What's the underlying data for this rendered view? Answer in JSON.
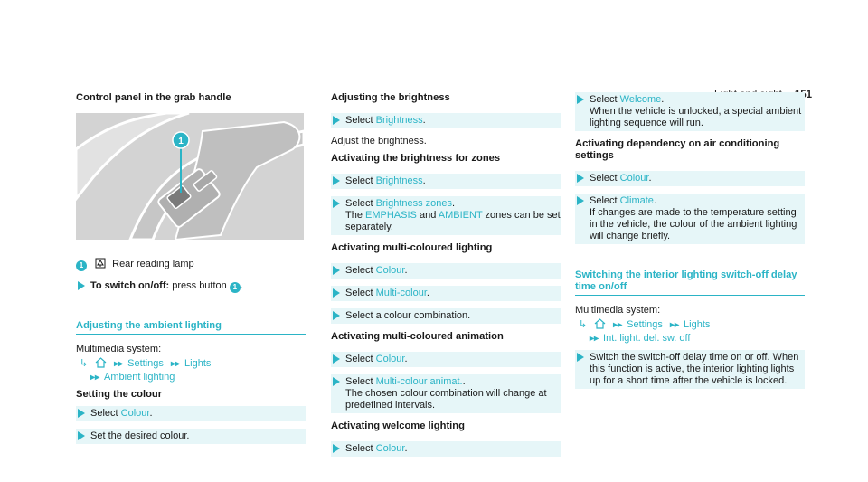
{
  "header": {
    "section": "Light and sight",
    "page_number": "151"
  },
  "col1": {
    "heading": "Control panel in the grab handle",
    "badge": "1",
    "legend_label": "Rear reading lamp",
    "switch_bold": "To switch on/off:",
    "switch_text": "press button",
    "period": ".",
    "ambient_heading": "Adjusting the ambient lighting",
    "mm_label": "Multimedia system:",
    "path_settings": "Settings",
    "path_lights": "Lights",
    "path_ambient": "Ambient lighting",
    "setting_colour_heading": "Setting the colour",
    "select": "Select",
    "colour": "Colour",
    "set_desired": "Set the desired colour."
  },
  "col2": {
    "brightness_heading": "Adjusting the brightness",
    "select": "Select",
    "brightness": "Brightness",
    "adjust_text": "Adjust the brightness.",
    "zones_heading": "Activating the brightness for zones",
    "brightness_zones": "Brightness zones",
    "the": "The",
    "emphasis": "EMPHASIS",
    "and": "and",
    "ambient": "AMBIENT",
    "zones_text": "zones can be set separately.",
    "multi_heading": "Activating multi-coloured lighting",
    "colour": "Colour",
    "multi_colour": "Multi-colour",
    "select_combo": "Select a colour combination.",
    "anim_heading": "Activating multi-coloured animation",
    "multi_anim": "Multi-colour animat.",
    "anim_text": "The chosen colour combination will change at predefined intervals.",
    "welcome_heading": "Activating welcome lighting"
  },
  "col3": {
    "select": "Select",
    "welcome": "Welcome",
    "welcome_text": "When the vehicle is unlocked, a special ambient lighting sequence will run.",
    "ac_heading": "Activating dependency on air conditioning settings",
    "colour": "Colour",
    "climate": "Climate",
    "climate_text": "If changes are made to the temperature setting in the vehicle, the colour of the ambient lighting will change briefly.",
    "delay_heading": "Switching the interior lighting switch-off delay time on/off",
    "mm_label": "Multimedia system:",
    "path_settings": "Settings",
    "path_lights": "Lights",
    "path_delay": "Int. light. del. sw. off",
    "delay_text": "Switch the switch-off delay time on or off. When this function is active, the interior lighting lights up for a short time after the vehicle is locked."
  },
  "colors": {
    "accent": "#2bb4c6",
    "step_bg": "#e6f6f8"
  }
}
